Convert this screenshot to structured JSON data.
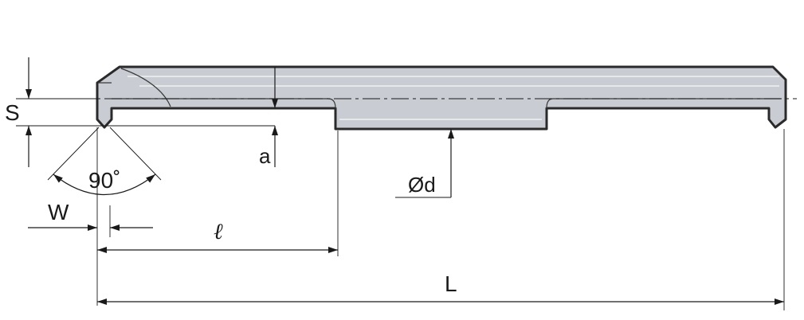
{
  "labels": {
    "S": "S",
    "a": "a",
    "angle": "90˚",
    "W": "W",
    "ell": "ℓ",
    "d": "Ød",
    "L": "L"
  },
  "colors": {
    "body_fill": "#c9ccd2",
    "outline": "#2a2a2a",
    "dimension": "#1a1a1a"
  }
}
